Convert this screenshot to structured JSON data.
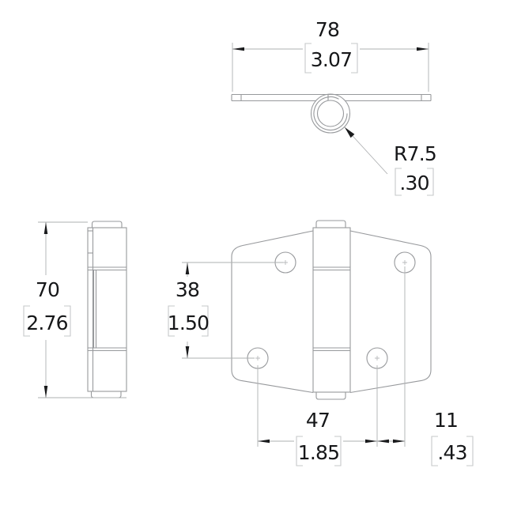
{
  "dimensions": {
    "overall_width": {
      "mm": "78",
      "in": "3.07"
    },
    "roll_radius": {
      "mm": "R7.5",
      "in": ".30"
    },
    "overall_height": {
      "mm": "70",
      "in": "2.76"
    },
    "hole_vertical_spacing": {
      "mm": "38",
      "in": "1.50"
    },
    "hole_horizontal_spacing": {
      "mm": "47",
      "in": "1.85"
    },
    "hole_horizontal_offset": {
      "mm": "11",
      "in": ".43"
    }
  },
  "colors": {
    "background": "#ffffff",
    "part_outline": "#97999c",
    "dimension_lines": "#aeb0b2",
    "bracket": "#c6c8ca",
    "text": "#161719",
    "arrowhead": "#1a1b1d"
  }
}
